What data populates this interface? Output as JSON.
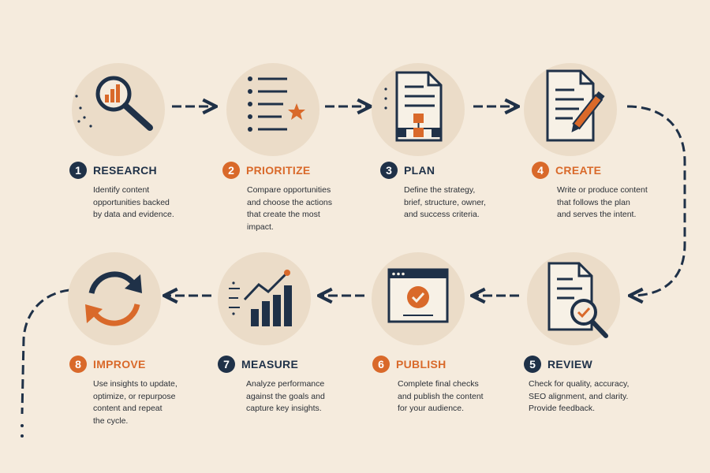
{
  "colors": {
    "navy": "#1f3148",
    "orange": "#d9692a",
    "background": "#f5ebdd",
    "circle": "#ebdcc8"
  },
  "steps": [
    {
      "number": "1",
      "title": "RESEARCH",
      "desc_lines": [
        "Identify content",
        "opportunities backed",
        "by data and evidence."
      ],
      "accent": "navy",
      "icon": "magnifier-chart-icon"
    },
    {
      "number": "2",
      "title": "PRIORITIZE",
      "desc_lines": [
        "Compare opportunities",
        "and choose the actions",
        "that create the most",
        "impact."
      ],
      "accent": "orange",
      "icon": "ranked-list-star-icon"
    },
    {
      "number": "3",
      "title": "PLAN",
      "desc_lines": [
        "Define the strategy,",
        "brief, structure, owner,",
        "and success criteria."
      ],
      "accent": "navy",
      "icon": "document-flowchart-icon"
    },
    {
      "number": "4",
      "title": "CREATE",
      "desc_lines": [
        "Write or produce content",
        "that follows the plan",
        "and serves the intent."
      ],
      "accent": "orange",
      "icon": "document-pencil-icon"
    },
    {
      "number": "5",
      "title": "REVIEW",
      "desc_lines": [
        "Check for quality, accuracy,",
        "SEO alignment, and clarity.",
        "Provide feedback."
      ],
      "accent": "navy",
      "icon": "document-magnifier-check-icon"
    },
    {
      "number": "6",
      "title": "PUBLISH",
      "desc_lines": [
        "Complete final checks",
        "and publish the content",
        "for your audience."
      ],
      "accent": "orange",
      "icon": "browser-check-icon"
    },
    {
      "number": "7",
      "title": "MEASURE",
      "desc_lines": [
        "Analyze performance",
        "against the goals and",
        "capture key insights."
      ],
      "accent": "navy",
      "icon": "bar-chart-trend-icon"
    },
    {
      "number": "8",
      "title": "IMPROVE",
      "desc_lines": [
        "Use insights to update,",
        "optimize, or repurpose",
        "content and repeat",
        "the cycle."
      ],
      "accent": "orange",
      "icon": "refresh-cycle-icon"
    }
  ]
}
